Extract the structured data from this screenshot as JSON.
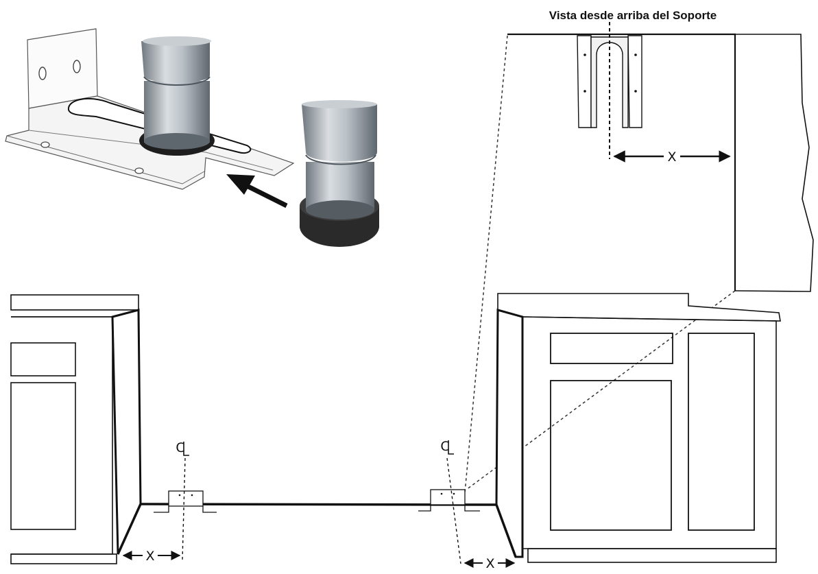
{
  "diagram": {
    "title": "Vista desde arriba del Soporte",
    "dimension_mark": "X",
    "centerline_symbol": "C",
    "colors": {
      "line": "#111111",
      "leg_light": "#d9dde1",
      "leg_mid": "#a9b0b6",
      "leg_dark": "#6f777e",
      "foot": "#2b2b2b",
      "bracket": "#f4f4f4"
    }
  }
}
